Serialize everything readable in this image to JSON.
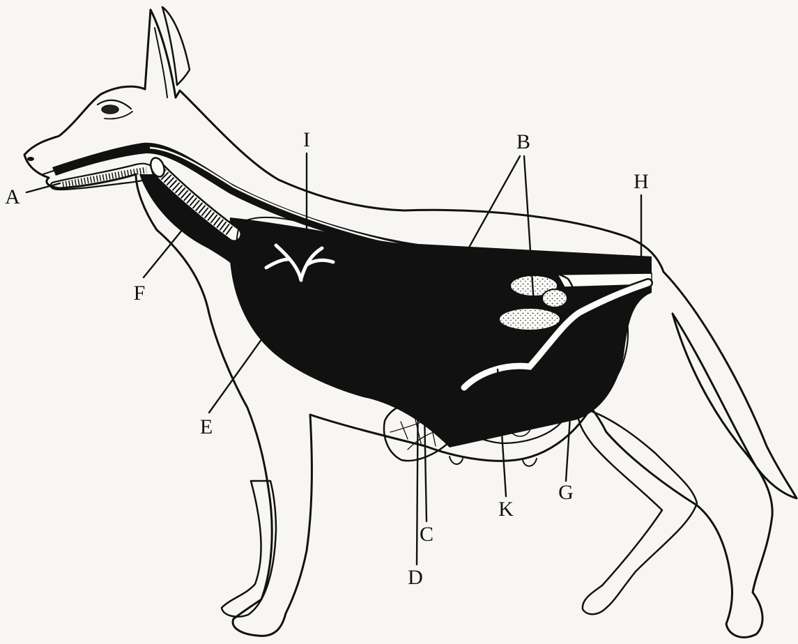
{
  "labels": {
    "a": "A",
    "b": "B",
    "c": "C",
    "d": "D",
    "e": "E",
    "f": "F",
    "g": "G",
    "h": "H",
    "i": "I",
    "k": "K"
  },
  "colors": {
    "ink": "#111111",
    "paper": "#f7f6f2"
  }
}
